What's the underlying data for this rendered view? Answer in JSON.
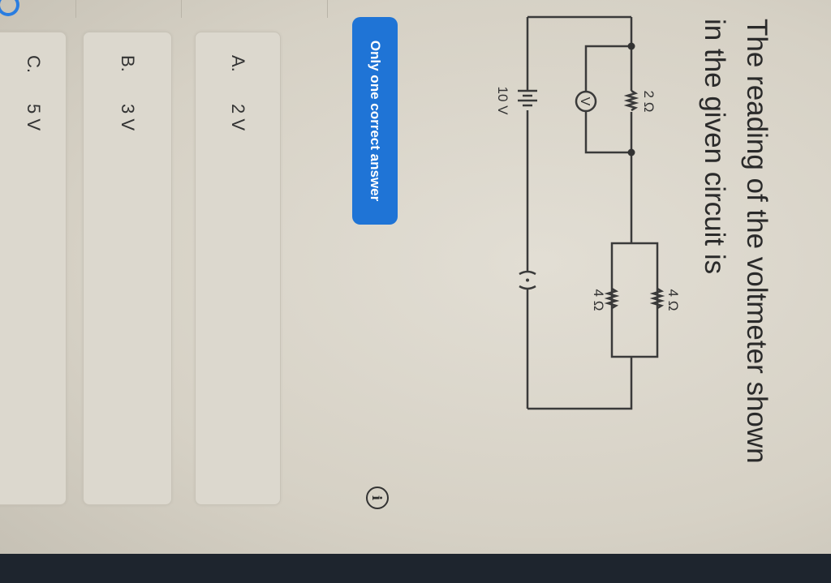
{
  "question": {
    "line1": "The reading of the voltmeter shown",
    "line2": "in the given circuit is"
  },
  "circuit": {
    "r1_label": "2 Ω",
    "r2_label": "4 Ω",
    "r3_label": "4 Ω",
    "voltmeter_symbol": "V",
    "battery_label": "10 V",
    "key_symbol": "(·)"
  },
  "badge": {
    "label": "Only one correct answer",
    "color": "#1f74d6"
  },
  "info_icon": {
    "icon": "info-icon",
    "glyph": "i"
  },
  "options": [
    {
      "letter": "A.",
      "value": "2 V"
    },
    {
      "letter": "B.",
      "value": "3 V"
    },
    {
      "letter": "C.",
      "value": "5 V"
    }
  ]
}
